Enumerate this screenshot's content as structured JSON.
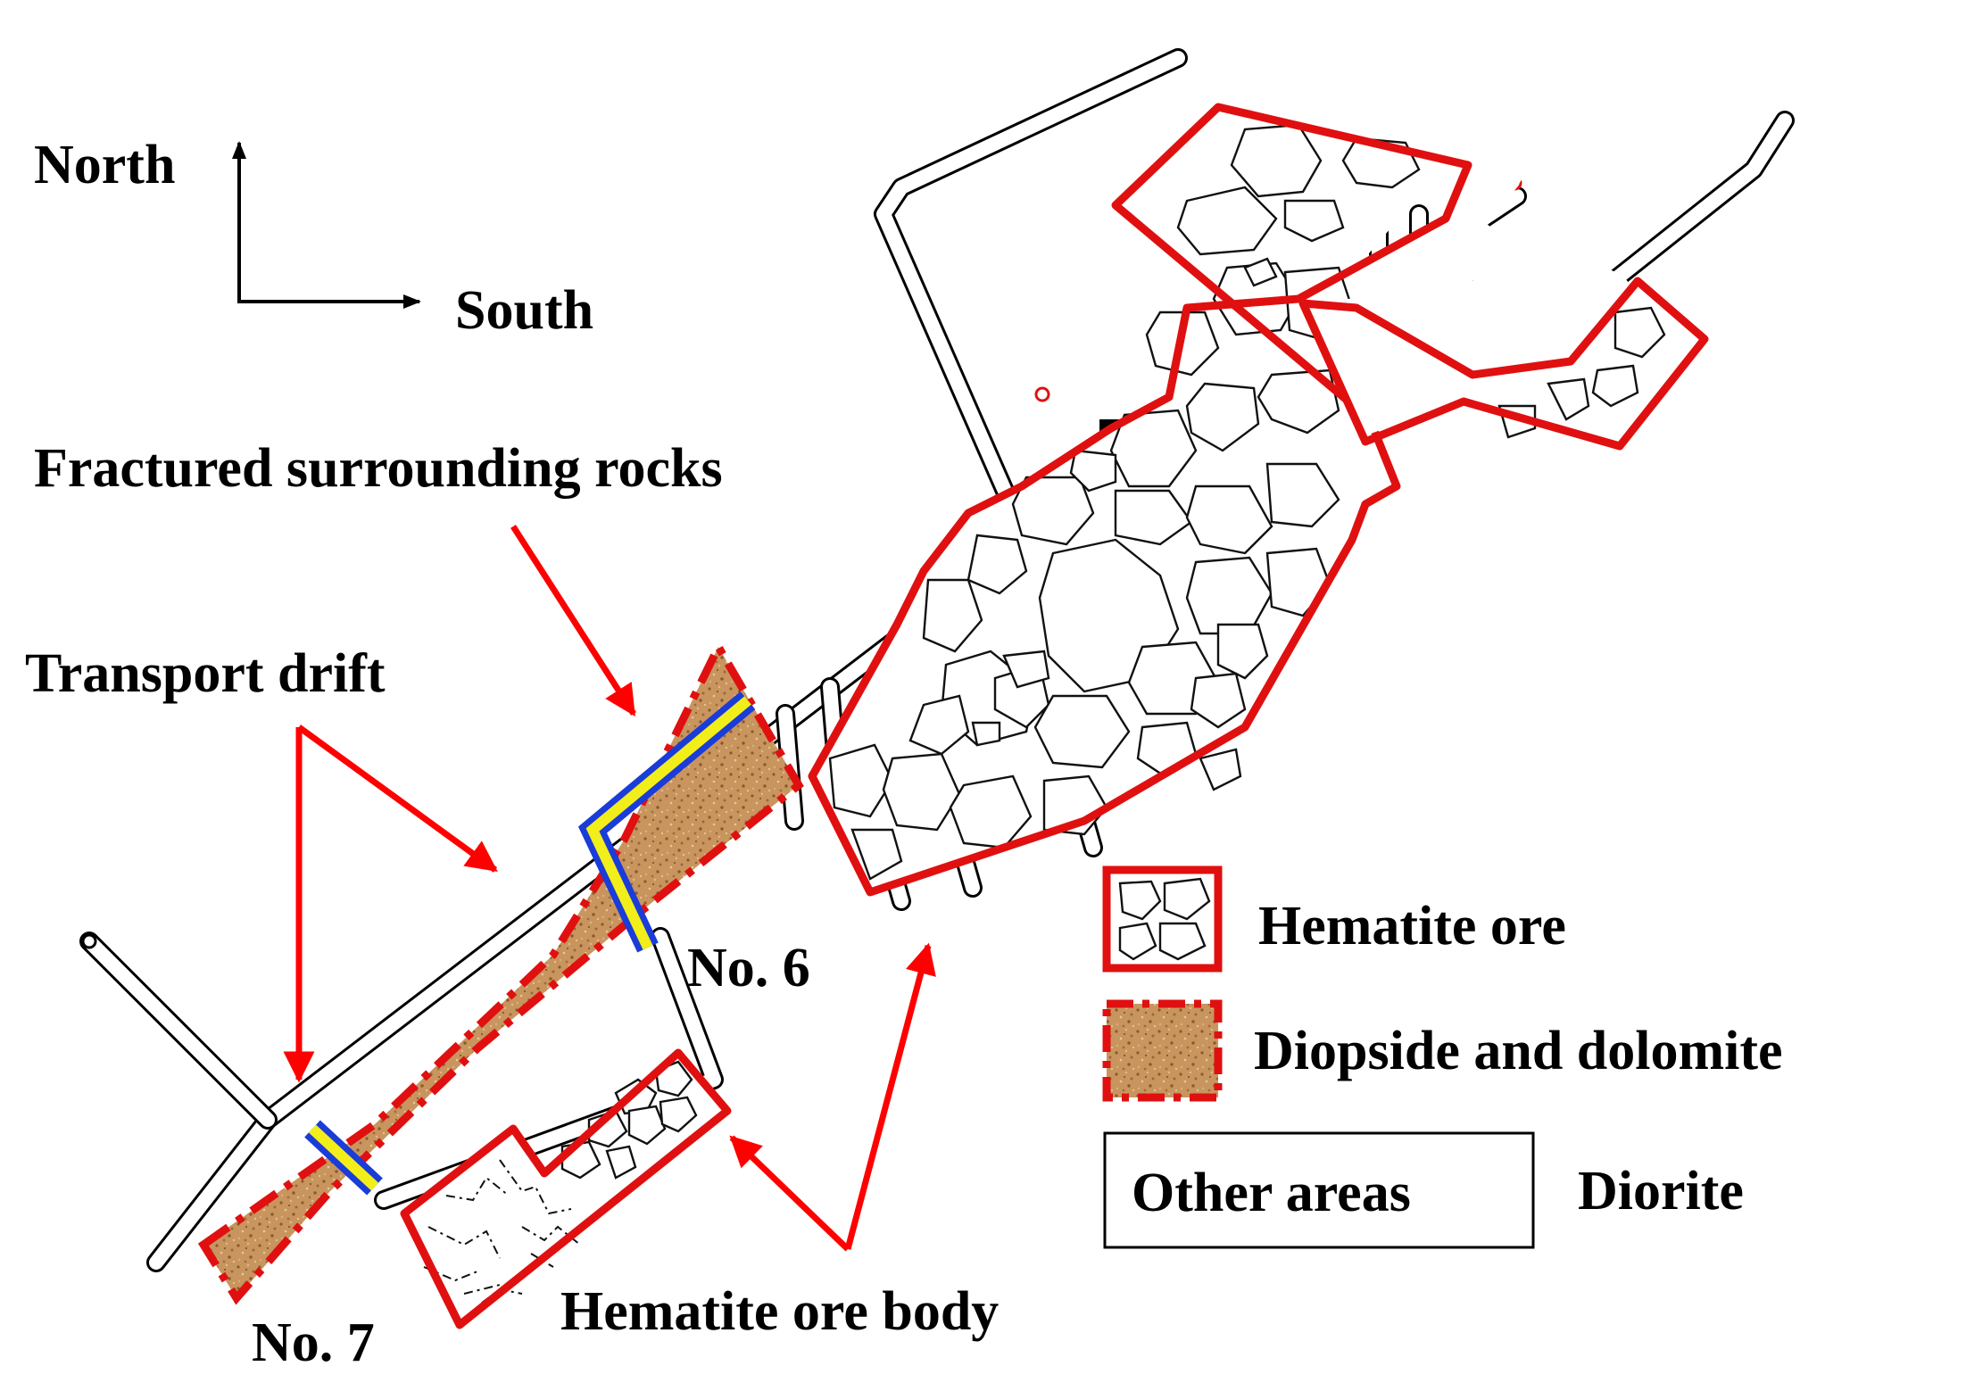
{
  "compass": {
    "north": "North",
    "south": "South"
  },
  "annotations": {
    "fractured": "Fractured surrounding rocks",
    "transport": "Transport drift",
    "hematite_body": "Hematite ore body",
    "no6": "No. 6",
    "no7": "No. 7"
  },
  "legend": {
    "hematite": "Hematite ore",
    "diopside": "Diopside and dolomite",
    "other_box": "Other areas",
    "other_label": "Diorite"
  },
  "colors": {
    "ore_outline": "#e01010",
    "arrow": "#ff0000",
    "diopside_fill": "#c8955e",
    "drift_fill": "#f2ee1a",
    "drift_outline": "#1a3cd8",
    "tunnel": "#000000"
  }
}
